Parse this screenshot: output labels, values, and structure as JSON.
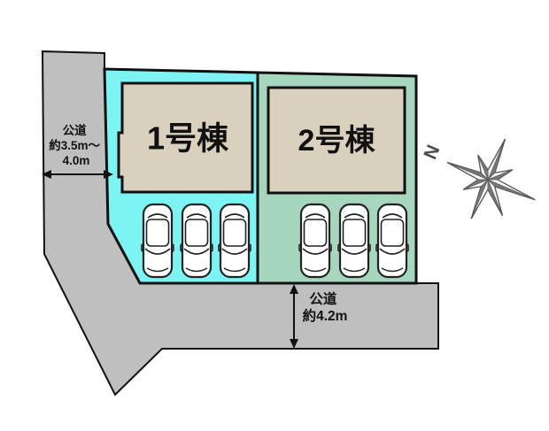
{
  "lots": [
    {
      "name": "lot-1",
      "building_label": "1号棟",
      "fill": "#7CF4F4",
      "parking_count": 3
    },
    {
      "name": "lot-2",
      "building_label": "2号棟",
      "fill": "#A6D6BD",
      "parking_count": 3
    }
  ],
  "roads": {
    "west": {
      "label_lines": [
        "公道",
        "約3.5m～",
        "4.0m"
      ]
    },
    "south": {
      "label_lines": [
        "公道",
        "約4.2m"
      ]
    }
  },
  "compass": {
    "north_label": "N"
  },
  "colors": {
    "background": "#FFFFFF",
    "road": "#BFBFBF",
    "building": "#D9D0BD",
    "outline": "#111111",
    "compass_light": "#FFFFFF",
    "compass_dark": "#787878",
    "compass_stroke": "#5A5A5A"
  }
}
